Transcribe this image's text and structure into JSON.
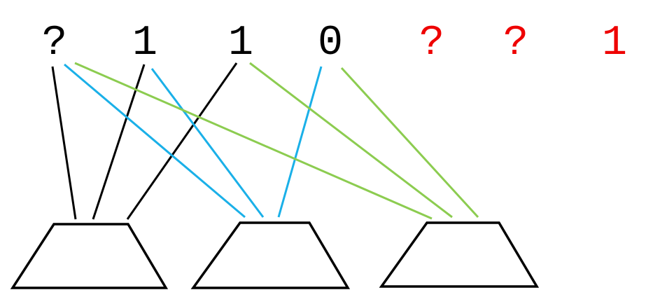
{
  "symbols": [
    {
      "text": "?",
      "color": "#000000"
    },
    {
      "text": "1",
      "color": "#000000"
    },
    {
      "text": "1",
      "color": "#000000"
    },
    {
      "text": "0",
      "color": "#000000"
    },
    {
      "text": "?",
      "color": "#ee0000"
    },
    {
      "text": "?",
      "color": "#ee0000"
    },
    {
      "text": "1",
      "color": "#ee0000"
    }
  ],
  "blocks": [
    {
      "id": "block-1",
      "line_color": "#000000",
      "inputs": [
        0,
        1,
        2
      ]
    },
    {
      "id": "block-2",
      "line_color": "#1ab0e8",
      "inputs": [
        0,
        1,
        3
      ]
    },
    {
      "id": "block-3",
      "line_color": "#8ccc50",
      "inputs": [
        0,
        2,
        3
      ]
    }
  ],
  "colors": {
    "known_symbol": "#000000",
    "unknown_symbol": "#ee0000",
    "block_outline": "#000000"
  }
}
